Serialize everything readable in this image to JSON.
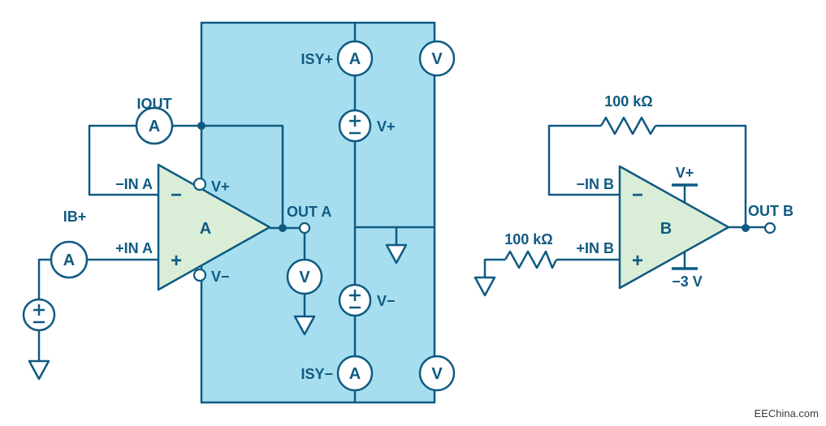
{
  "colors": {
    "line": "#0f5a82",
    "box_fill": "#a6def0",
    "opamp_fill": "#d9edd7",
    "meter_fill": "#ffffff",
    "watermark_text": "#3c3c3c"
  },
  "meters": {
    "ammeter_letter": "A",
    "voltmeter_letter": "V"
  },
  "signs": {
    "minus": "−",
    "plus": "+"
  },
  "circuit_a": {
    "opamp_label": "A",
    "iout_label": "IOUT",
    "ib_plus_label": "IB+",
    "neg_input_label": "−IN A",
    "pos_input_label": "+IN A",
    "vplus_pin_label": "V+",
    "vminus_pin_label": "V−",
    "out_label": "OUT A",
    "isy_plus_label": "ISY+",
    "isy_minus_label": "ISY−",
    "vplus_supply_label": "V+",
    "vminus_supply_label": "V−"
  },
  "circuit_b": {
    "opamp_label": "B",
    "feedback_resistor_label": "100 kΩ",
    "input_resistor_label": "100 kΩ",
    "neg_input_label": "−IN B",
    "pos_input_label": "+IN B",
    "vplus_supply_label": "V+",
    "vminus_supply_label": "−3 V",
    "out_label": "OUT B"
  },
  "watermark": "EEChina.com"
}
